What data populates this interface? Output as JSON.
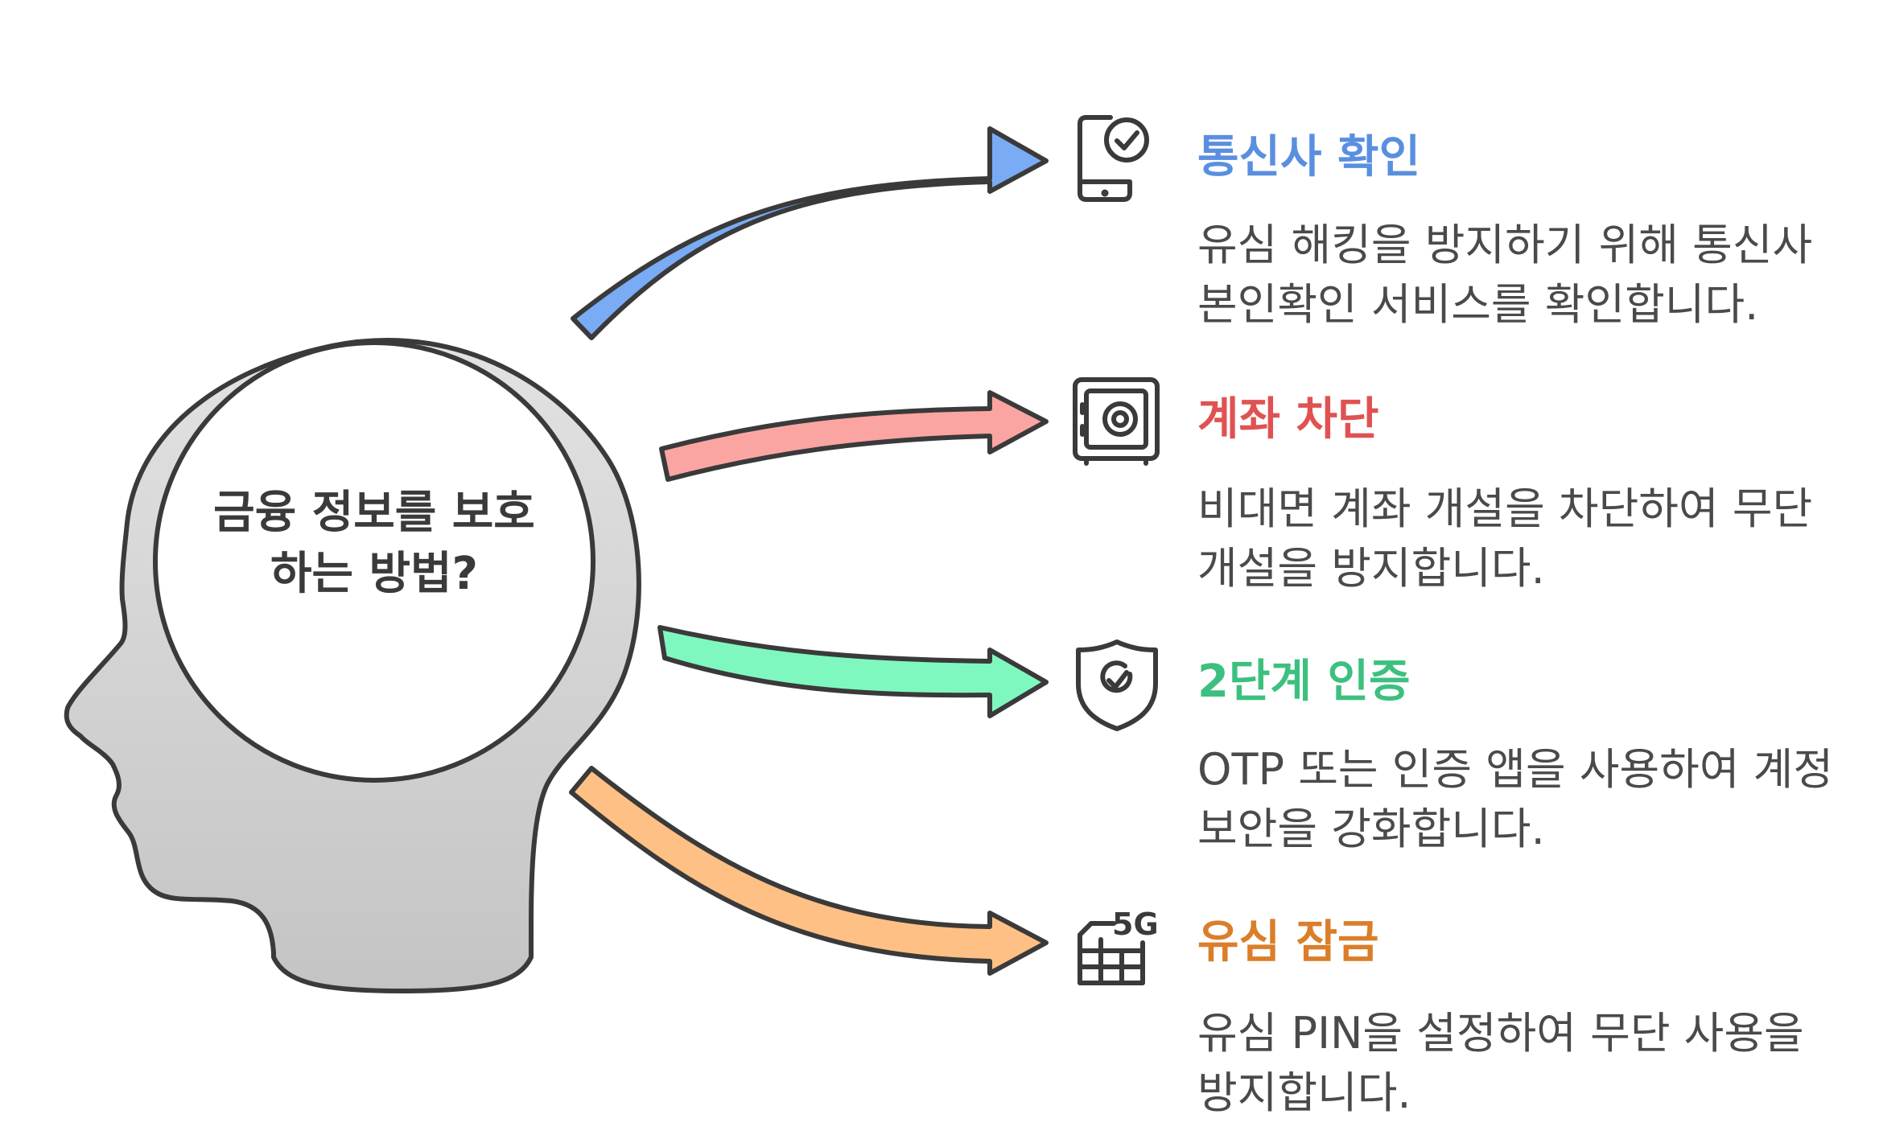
{
  "center": {
    "line1": "금융 정보를 보호",
    "line2": "하는 방법?"
  },
  "items": [
    {
      "title": "통신사 확인",
      "desc": "유심 해킹을 방지하기 위해 통신사 본인확인 서비스를 확인합니다.",
      "color": "#5a8fe0",
      "arrow_fill": "#7aabf5",
      "icon": "phone-check-icon"
    },
    {
      "title": "계좌 차단",
      "desc": "비대면 계좌 개설을 차단하여 무단 개설을 방지합니다.",
      "color": "#e05252",
      "arrow_fill": "#fba5a2",
      "icon": "safe-icon"
    },
    {
      "title": "2단계 인증",
      "desc": "OTP 또는 인증 앱을 사용하여 계정 보안을 강화합니다.",
      "color": "#3dc07f",
      "arrow_fill": "#7ff8bf",
      "icon": "shield-check-icon"
    },
    {
      "title": "유심 잠금",
      "desc": "유심 PIN을 설정하여 무단 사용을 방지합니다.",
      "color": "#db7e2a",
      "arrow_fill": "#ffc085",
      "icon": "sim-5g-icon",
      "icon_label": "5G"
    }
  ],
  "colors": {
    "head_fill_top": "#e2e2e2",
    "head_fill_bottom": "#c6c6c6",
    "outline": "#3a3a3a",
    "text": "#4a4a4a"
  }
}
